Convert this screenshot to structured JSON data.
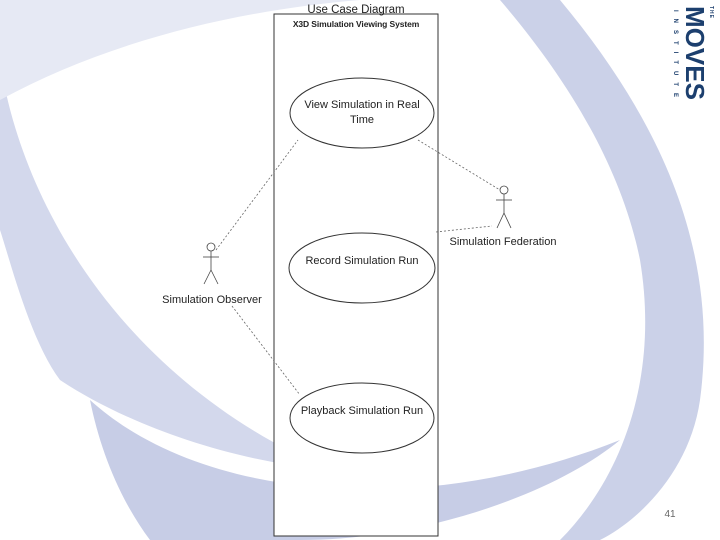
{
  "diagram": {
    "title": "Use Case Diagram",
    "system_name": "X3D Simulation Viewing System",
    "use_cases": [
      {
        "label": "View Simulation in Real Time"
      },
      {
        "label": "Record Simulation Run"
      },
      {
        "label": "Playback Simulation Run"
      }
    ],
    "actors": [
      {
        "label": "Simulation Observer"
      },
      {
        "label": "Simulation Federation"
      }
    ]
  },
  "logo": {
    "the": "THE",
    "moves": "MOVES",
    "institute": "INSTITUTE"
  },
  "page_number": "41",
  "colors": {
    "swoosh": "#c9cfe6",
    "swoosh_light": "#dde1f0",
    "logo": "#1c3f6e",
    "line": "#333333"
  }
}
